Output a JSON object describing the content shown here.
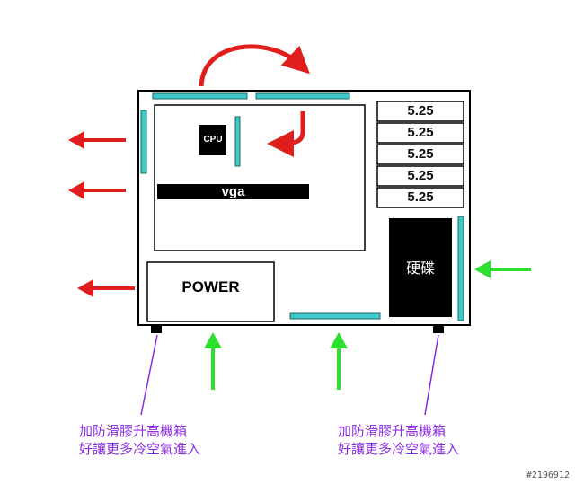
{
  "bays": [
    {
      "label": "5.25"
    },
    {
      "label": "5.25"
    },
    {
      "label": "5.25"
    },
    {
      "label": "5.25"
    },
    {
      "label": "5.25"
    }
  ],
  "components": {
    "cpu": "CPU",
    "vga": "vga",
    "hdd": "硬碟",
    "power": "POWER"
  },
  "notes": {
    "left": {
      "line1": "加防滑膠升高機箱",
      "line2": "好讓更多冷空氣進入"
    },
    "right": {
      "line1": "加防滑膠升高機箱",
      "line2": "好讓更多冷空氣進入"
    }
  },
  "watermark": "#2196912",
  "colors": {
    "fan": "#3ec8c8",
    "exhaust_arrow": "#e01e1e",
    "intake_arrow": "#2ee02e",
    "note_text": "#8a2be2",
    "note_line": "#8a2be2"
  }
}
